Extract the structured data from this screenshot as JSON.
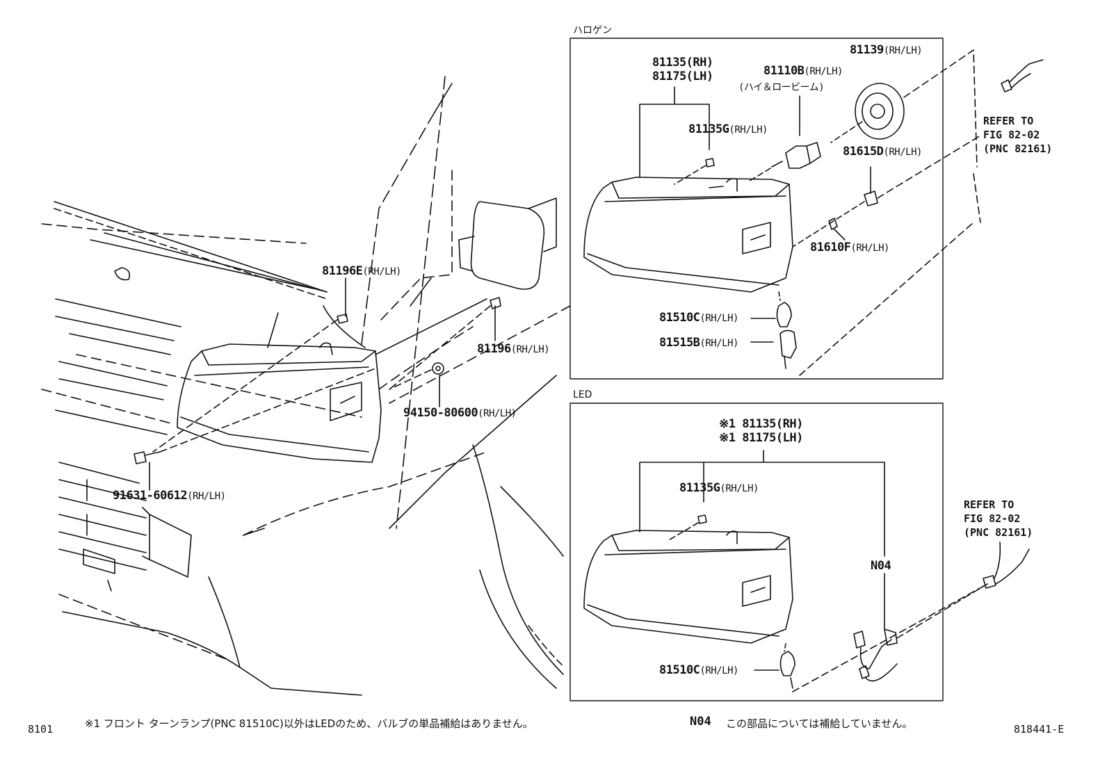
{
  "panels": {
    "halogen_title": "ハロゲン",
    "led_title": "LED"
  },
  "labels": {
    "h_81135_rh": "81135(RH)",
    "h_81175_lh": "81175(LH)",
    "h_81110b": "81110B",
    "h_81110b_sub": "(RH/LH)",
    "h_81110b_note": "(ハイ＆ロービーム)",
    "h_81139": "81139",
    "h_81139_sub": "(RH/LH)",
    "h_81135g": "81135G",
    "h_81135g_sub": "(RH/LH)",
    "h_81615d": "81615D",
    "h_81615d_sub": "(RH/LH)",
    "h_81610f": "81610F",
    "h_81610f_sub": "(RH/LH)",
    "h_81510c": "81510C",
    "h_81510c_sub": "(RH/LH)",
    "h_81515b": "81515B",
    "h_81515b_sub": "(RH/LH)",
    "v_81196e": "81196E",
    "v_81196e_sub": "(RH/LH)",
    "v_81196": "81196",
    "v_81196_sub": "(RH/LH)",
    "v_94150": "94150-80600",
    "v_94150_sub": "(RH/LH)",
    "v_91631": "91631-60612",
    "v_91631_sub": "(RH/LH)",
    "l_81135_rh": "※1 81135(RH)",
    "l_81175_lh": "※1 81175(LH)",
    "l_81135g": "81135G",
    "l_81135g_sub": "(RH/LH)",
    "l_n04": "N04",
    "l_81510c": "81510C",
    "l_81510c_sub": "(RH/LH)"
  },
  "refs": {
    "top": [
      "REFER TO",
      "FIG 82-02",
      "(PNC 82161)"
    ],
    "bottom": [
      "REFER TO",
      "FIG 82-02",
      "(PNC 82161)"
    ]
  },
  "footer": {
    "page_code": "8101",
    "note1": "※1 フロント ターンランプ(PNC 81510C)以外はLEDのため、バルブの単品補給はありません。",
    "note2_code": "N04",
    "note2_text": "この部品については補給していません。",
    "drawing_id": "818441-E"
  }
}
